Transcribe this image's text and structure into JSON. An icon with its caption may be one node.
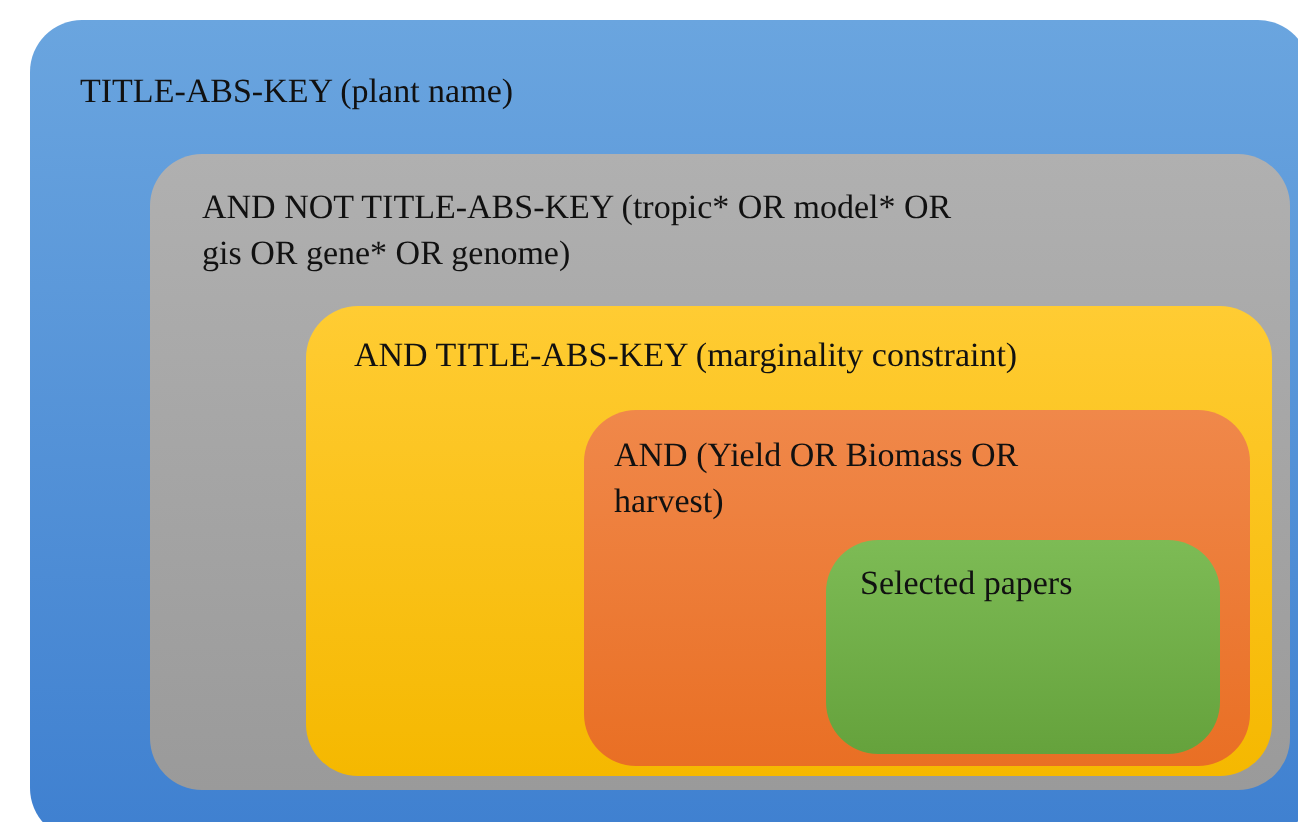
{
  "diagram": {
    "nodes": [
      {
        "text": [
          "TITLE-ABS-KEY (plant name)"
        ]
      },
      {
        "text": [
          "AND NOT TITLE-ABS-KEY (tropic* OR model* OR gis OR gene* OR genome)"
        ],
        "in": 0
      },
      {
        "text": [
          "AND TITLE-ABS-KEY (marginality constraint)"
        ],
        "in": 1
      },
      {
        "text": [
          "AND (Yield OR Biomass OR harvest)"
        ],
        "in": 2
      },
      {
        "text": [
          "Selected papers"
        ],
        "in": 3
      }
    ]
  }
}
